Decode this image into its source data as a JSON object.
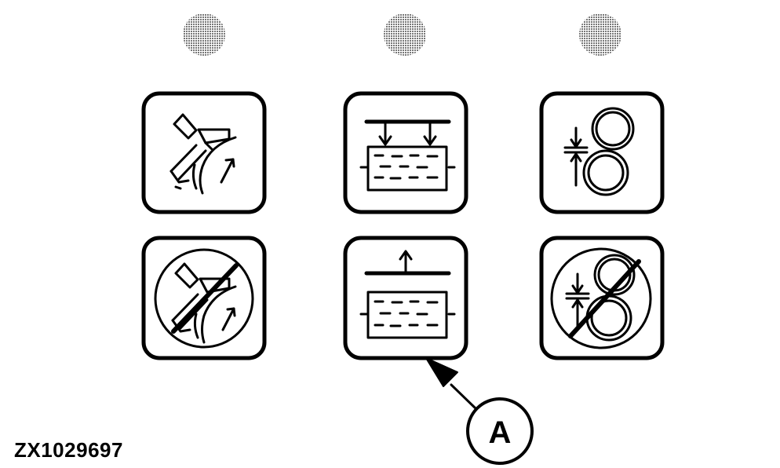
{
  "figure_id": "ZX1029697",
  "callout": {
    "letter": "A"
  },
  "indicator_lights": [
    {
      "name": "indicator-light-left",
      "color": "#a6a6a6"
    },
    {
      "name": "indicator-light-center",
      "color": "#a6a6a6"
    },
    {
      "name": "indicator-light-right",
      "color": "#a6a6a6"
    }
  ],
  "buttons": [
    {
      "name": "header-engage-button",
      "icon": "header-engage-icon"
    },
    {
      "name": "float-lower-button",
      "icon": "float-lower-icon"
    },
    {
      "name": "roll-pressure-increase-button",
      "icon": "roll-pressure-icon"
    },
    {
      "name": "header-disengage-button",
      "icon": "header-disengage-icon"
    },
    {
      "name": "float-raise-button",
      "icon": "float-raise-icon"
    },
    {
      "name": "roll-pressure-decrease-button",
      "icon": "roll-pressure-off-icon"
    }
  ],
  "colors": {
    "ink": "#000000",
    "paper": "#ffffff",
    "light": "#a6a6a6"
  }
}
